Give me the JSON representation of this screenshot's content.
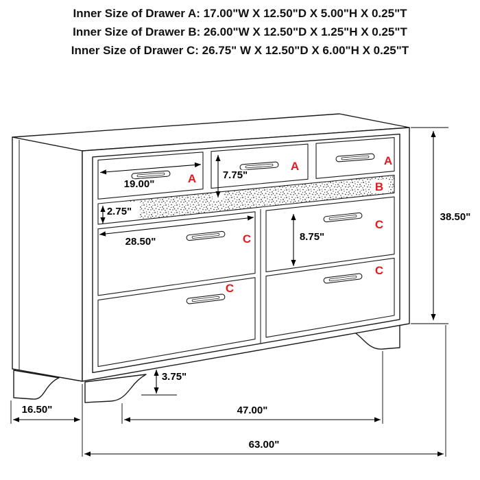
{
  "header": {
    "lines": [
      "Inner Size of Drawer A: 17.00\"W X 12.50\"D X 5.00\"H X 0.25\"T",
      "Inner Size of Drawer B: 26.00\"W X 12.50\"D X 1.25\"H X 0.25\"T",
      "Inner Size of Drawer C: 26.75\" W X 12.50\"D X 6.00\"H X 0.25\"T"
    ]
  },
  "diagram": {
    "drawer_letters": {
      "top_left": "A",
      "top_middle": "A",
      "top_right": "A",
      "jewelry_row": "B",
      "mid_right": "C",
      "mid_left": "C",
      "bottom_right": "C",
      "bottom_left": "C"
    },
    "dimensions": {
      "drawer_a_width": "19.00\"",
      "drawer_a_front_height": "7.75\"",
      "drawer_b_front_height": "2.75\"",
      "drawer_c_width": "28.50\"",
      "drawer_c_front_height": "8.75\"",
      "overall_height": "38.50\"",
      "foot_height": "3.75\"",
      "side_depth": "16.50\"",
      "feet_span": "47.00\"",
      "overall_width": "63.00\""
    }
  },
  "colors": {
    "letter_red": "#e8191e",
    "line_black": "#1a1a1a",
    "background": "#ffffff"
  }
}
